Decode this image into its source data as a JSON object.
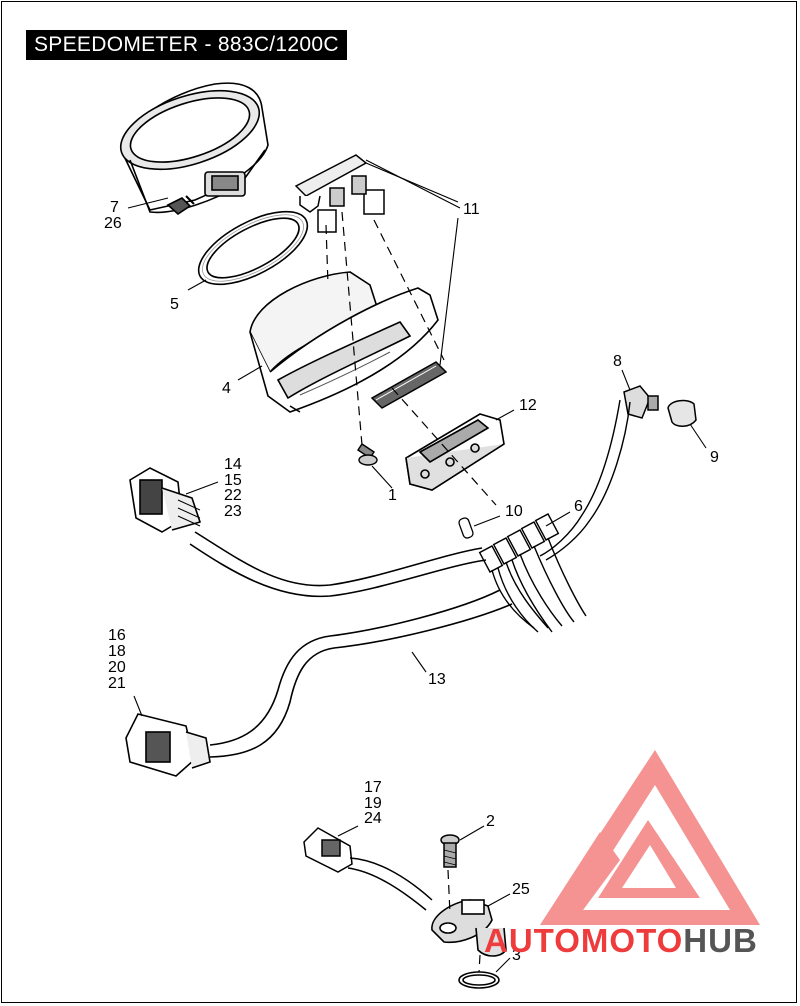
{
  "title": "SPEEDOMETER - 883C/1200C",
  "callouts": {
    "c7": "7",
    "c26": "26",
    "c11": "11",
    "c5": "5",
    "c4": "4",
    "c8": "8",
    "c9": "9",
    "c12": "12",
    "c1": "1",
    "c14": "14",
    "c15": "15",
    "c22": "22",
    "c23": "23",
    "c10": "10",
    "c6": "6",
    "c16": "16",
    "c18": "18",
    "c20": "20",
    "c21": "21",
    "c13": "13",
    "c17": "17",
    "c19": "19",
    "c24": "24",
    "c2": "2",
    "c25": "25",
    "c3": "3"
  },
  "watermark": {
    "part1": "AUTO",
    "part2": "MOTO",
    "part3": "HUB",
    "color_primary": "#ee3b3b",
    "color_secondary": "#555555"
  }
}
